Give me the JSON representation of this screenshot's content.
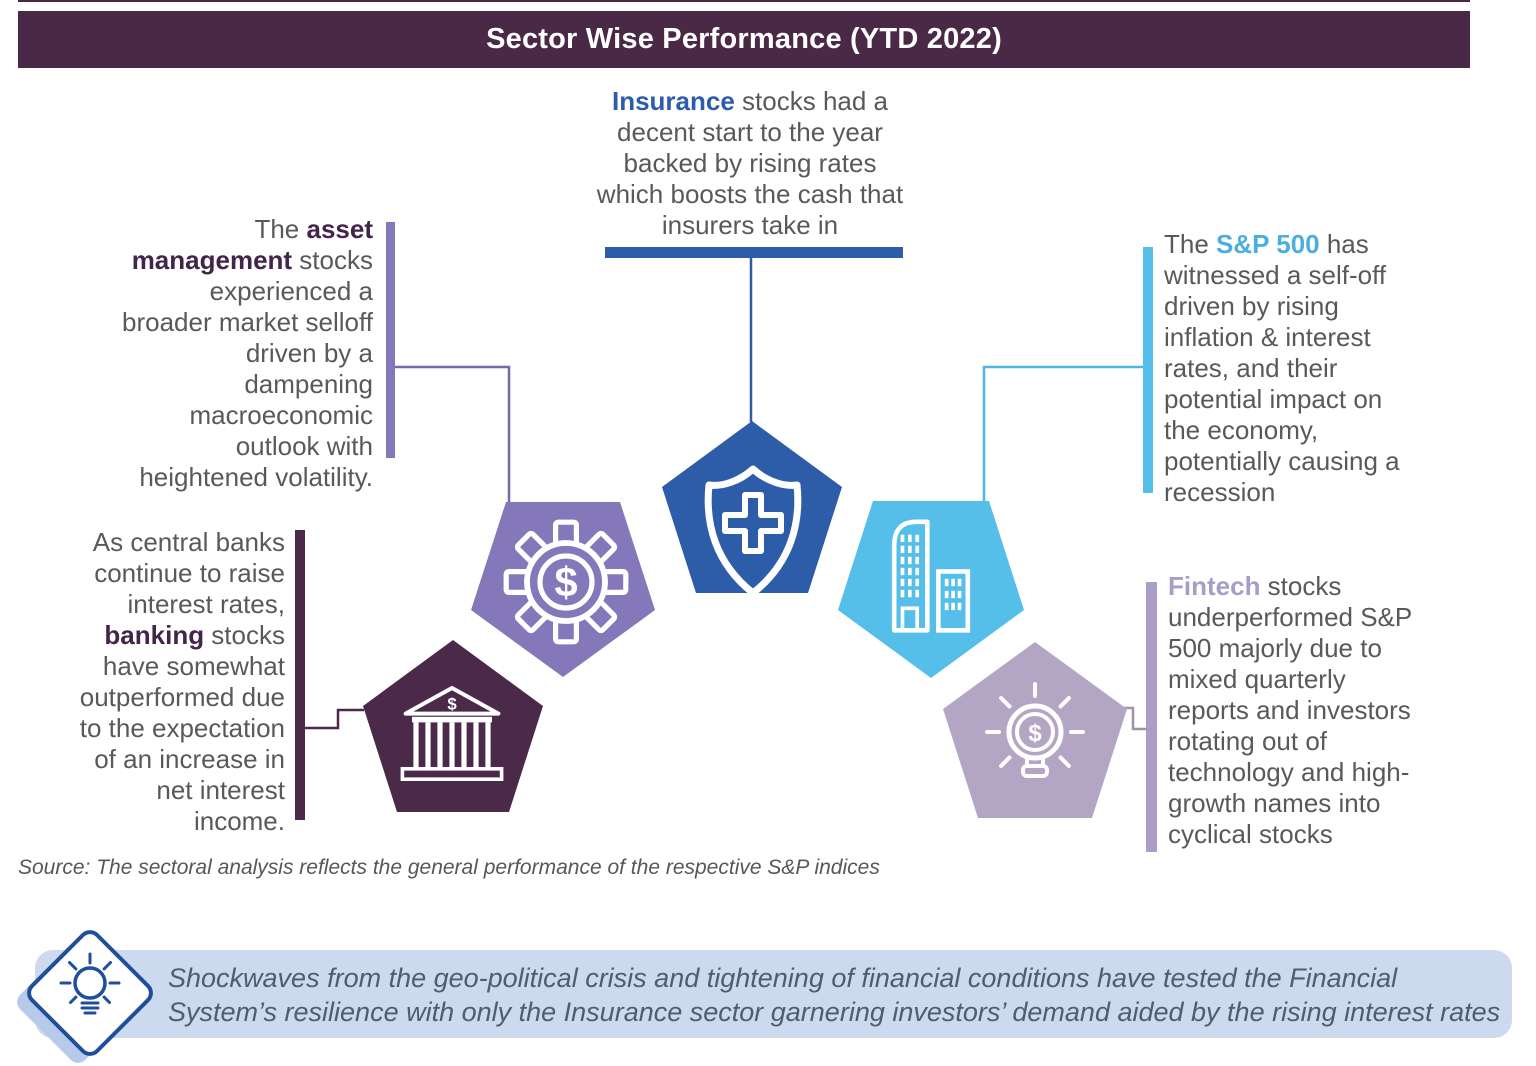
{
  "title": "Sector Wise Performance (YTD 2022)",
  "glyphs": {
    "dollar": "$"
  },
  "colors": {
    "title_bar": "#4a2947",
    "insurance": "#2d5ca8",
    "asset_management": "#8578ba",
    "banking": "#4b2949",
    "sp500": "#55bee9",
    "fintech": "#b3a6c5",
    "fintech_bar": "#ab9ec6",
    "connector_gray": "#9b94a8",
    "banner_bg": "#cdd9ee",
    "banner_icon": "#1f4e9c",
    "body_text": "#58595b",
    "keyword_insurance": "#2b5cad",
    "keyword_asset_banking": "#43244a",
    "keyword_sp500": "#4aaede",
    "keyword_fintech": "#a89cc9"
  },
  "sectors": {
    "insurance": {
      "icon": "shield-cross-icon",
      "lines": [
        [
          {
            "t": "Insurance",
            "b": true
          },
          {
            "t": " stocks had a",
            "b": false
          }
        ],
        [
          {
            "t": "decent start to the year",
            "b": false
          }
        ],
        [
          {
            "t": "backed by rising rates",
            "b": false
          }
        ],
        [
          {
            "t": "which boosts the cash that",
            "b": false
          }
        ],
        [
          {
            "t": "insurers take in",
            "b": false
          }
        ]
      ]
    },
    "asset_management": {
      "icon": "gear-dollar-icon",
      "lines": [
        [
          {
            "t": "The ",
            "b": false
          },
          {
            "t": "asset",
            "b": true
          }
        ],
        [
          {
            "t": "management",
            "b": true
          },
          {
            "t": " stocks",
            "b": false
          }
        ],
        [
          {
            "t": "experienced a",
            "b": false
          }
        ],
        [
          {
            "t": "broader market selloff",
            "b": false
          }
        ],
        [
          {
            "t": "driven by a",
            "b": false
          }
        ],
        [
          {
            "t": "dampening",
            "b": false
          }
        ],
        [
          {
            "t": "macroeconomic",
            "b": false
          }
        ],
        [
          {
            "t": "outlook with",
            "b": false
          }
        ],
        [
          {
            "t": "heightened volatility.",
            "b": false
          }
        ]
      ]
    },
    "banking": {
      "icon": "bank-building-icon",
      "lines": [
        [
          {
            "t": "As central banks",
            "b": false
          }
        ],
        [
          {
            "t": "continue to raise",
            "b": false
          }
        ],
        [
          {
            "t": "interest rates,",
            "b": false
          }
        ],
        [
          {
            "t": "banking",
            "b": true
          },
          {
            "t": " stocks",
            "b": false
          }
        ],
        [
          {
            "t": "have somewhat",
            "b": false
          }
        ],
        [
          {
            "t": "outperformed due",
            "b": false
          }
        ],
        [
          {
            "t": "to the expectation",
            "b": false
          }
        ],
        [
          {
            "t": "of an increase in",
            "b": false
          }
        ],
        [
          {
            "t": "net interest",
            "b": false
          }
        ],
        [
          {
            "t": "income.",
            "b": false
          }
        ]
      ]
    },
    "sp500": {
      "icon": "city-buildings-icon",
      "lines": [
        [
          {
            "t": "The ",
            "b": false
          },
          {
            "t": "S&P 500",
            "b": true
          },
          {
            "t": " has",
            "b": false
          }
        ],
        [
          {
            "t": "witnessed a self-off",
            "b": false
          }
        ],
        [
          {
            "t": "driven by rising",
            "b": false
          }
        ],
        [
          {
            "t": "inflation & interest",
            "b": false
          }
        ],
        [
          {
            "t": "rates, and their",
            "b": false
          }
        ],
        [
          {
            "t": "potential impact on",
            "b": false
          }
        ],
        [
          {
            "t": "the economy,",
            "b": false
          }
        ],
        [
          {
            "t": "potentially causing a",
            "b": false
          }
        ],
        [
          {
            "t": "recession",
            "b": false
          }
        ]
      ]
    },
    "fintech": {
      "icon": "lightbulb-dollar-icon",
      "lines": [
        [
          {
            "t": "Fintech",
            "b": true
          },
          {
            "t": " stocks",
            "b": false
          }
        ],
        [
          {
            "t": "underperformed S&P",
            "b": false
          }
        ],
        [
          {
            "t": "500 majorly due to",
            "b": false
          }
        ],
        [
          {
            "t": "mixed quarterly",
            "b": false
          }
        ],
        [
          {
            "t": "reports and investors",
            "b": false
          }
        ],
        [
          {
            "t": "rotating out of",
            "b": false
          }
        ],
        [
          {
            "t": "technology and high-",
            "b": false
          }
        ],
        [
          {
            "t": "growth names into",
            "b": false
          }
        ],
        [
          {
            "t": "cyclical stocks",
            "b": false
          }
        ]
      ]
    }
  },
  "source_note": "Source: The sectoral analysis reflects the general performance of the respective S&P indices",
  "callout": {
    "icon": "lightbulb-icon",
    "line1": "Shockwaves from the geo-political crisis and tightening of financial conditions have tested the Financial",
    "line2": "System’s resilience with only the Insurance sector garnering investors’ demand aided by the rising interest rates"
  }
}
